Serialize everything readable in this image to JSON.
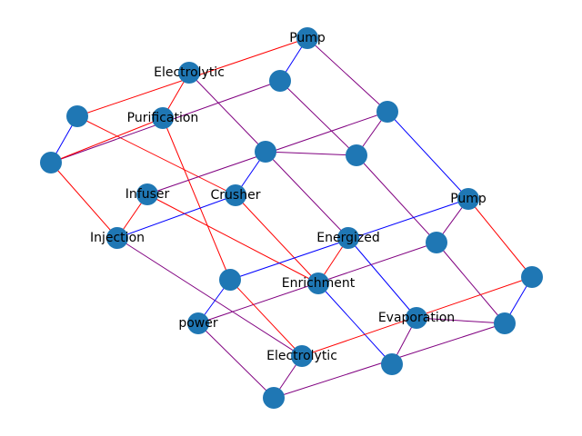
{
  "colors": {
    "node": "#1f77b4",
    "red": "#ff0000",
    "blue": "#0000ff",
    "purple": "#800080"
  },
  "nodes": [
    {
      "id": "n1",
      "label": "Pump"
    },
    {
      "id": "n2",
      "label": "Electrolytic"
    },
    {
      "id": "n3",
      "label": ""
    },
    {
      "id": "n4",
      "label": ""
    },
    {
      "id": "n5",
      "label": "Purification"
    },
    {
      "id": "n6",
      "label": ""
    },
    {
      "id": "n7",
      "label": ""
    },
    {
      "id": "n8",
      "label": ""
    },
    {
      "id": "n9",
      "label": ""
    },
    {
      "id": "n10",
      "label": "Infuser"
    },
    {
      "id": "n11",
      "label": "Crusher"
    },
    {
      "id": "n12",
      "label": "Pump"
    },
    {
      "id": "n13",
      "label": "Injection"
    },
    {
      "id": "n14",
      "label": "Energized"
    },
    {
      "id": "n15",
      "label": ""
    },
    {
      "id": "n16",
      "label": ""
    },
    {
      "id": "n17",
      "label": "Enrichment"
    },
    {
      "id": "n18",
      "label": ""
    },
    {
      "id": "n19",
      "label": "power"
    },
    {
      "id": "n20",
      "label": "Evaporation"
    },
    {
      "id": "n21",
      "label": ""
    },
    {
      "id": "n22",
      "label": "Electrolytic"
    },
    {
      "id": "n23",
      "label": ""
    },
    {
      "id": "n24",
      "label": ""
    }
  ],
  "edges": [
    {
      "from": "n4",
      "to": "n1",
      "color": "red"
    },
    {
      "from": "n1",
      "to": "n3",
      "color": "blue"
    },
    {
      "from": "n1",
      "to": "n7",
      "color": "purple"
    },
    {
      "from": "n2",
      "to": "n5",
      "color": "red"
    },
    {
      "from": "n2",
      "to": "n9",
      "color": "purple"
    },
    {
      "from": "n3",
      "to": "n8",
      "color": "purple"
    },
    {
      "from": "n4",
      "to": "n6",
      "color": "blue"
    },
    {
      "from": "n4",
      "to": "n11",
      "color": "red"
    },
    {
      "from": "n6",
      "to": "n3",
      "color": "purple"
    },
    {
      "from": "n5",
      "to": "n6",
      "color": "red"
    },
    {
      "from": "n5",
      "to": "n16",
      "color": "red"
    },
    {
      "from": "n6",
      "to": "n13",
      "color": "red"
    },
    {
      "from": "n7",
      "to": "n8",
      "color": "purple"
    },
    {
      "from": "n10",
      "to": "n7",
      "color": "purple"
    },
    {
      "from": "n7",
      "to": "n12",
      "color": "blue"
    },
    {
      "from": "n9",
      "to": "n8",
      "color": "purple"
    },
    {
      "from": "n9",
      "to": "n11",
      "color": "blue"
    },
    {
      "from": "n9",
      "to": "n14",
      "color": "purple"
    },
    {
      "from": "n8",
      "to": "n15",
      "color": "purple"
    },
    {
      "from": "n10",
      "to": "n13",
      "color": "red"
    },
    {
      "from": "n10",
      "to": "n17",
      "color": "red"
    },
    {
      "from": "n13",
      "to": "n11",
      "color": "blue"
    },
    {
      "from": "n11",
      "to": "n17",
      "color": "red"
    },
    {
      "from": "n12",
      "to": "n15",
      "color": "purple"
    },
    {
      "from": "n12",
      "to": "n18",
      "color": "red"
    },
    {
      "from": "n13",
      "to": "n22",
      "color": "purple"
    },
    {
      "from": "n16",
      "to": "n12",
      "color": "blue"
    },
    {
      "from": "n14",
      "to": "n17",
      "color": "red"
    },
    {
      "from": "n14",
      "to": "n20",
      "color": "blue"
    },
    {
      "from": "n15",
      "to": "n21",
      "color": "purple"
    },
    {
      "from": "n19",
      "to": "n15",
      "color": "purple"
    },
    {
      "from": "n16",
      "to": "n19",
      "color": "blue"
    },
    {
      "from": "n16",
      "to": "n22",
      "color": "red"
    },
    {
      "from": "n17",
      "to": "n24",
      "color": "blue"
    },
    {
      "from": "n18",
      "to": "n21",
      "color": "blue"
    },
    {
      "from": "n22",
      "to": "n18",
      "color": "red"
    },
    {
      "from": "n20",
      "to": "n24",
      "color": "purple"
    },
    {
      "from": "n20",
      "to": "n21",
      "color": "purple"
    },
    {
      "from": "n19",
      "to": "n23",
      "color": "purple"
    },
    {
      "from": "n22",
      "to": "n23",
      "color": "purple"
    },
    {
      "from": "n23",
      "to": "n21",
      "color": "purple"
    }
  ]
}
